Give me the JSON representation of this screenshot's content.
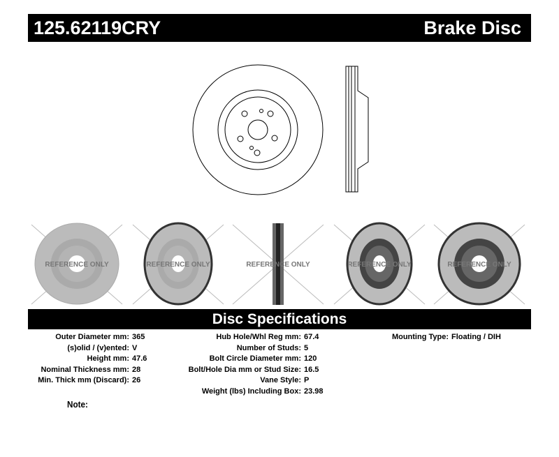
{
  "header": {
    "part_number": "125.62119CRY",
    "product_type": "Brake Disc"
  },
  "watermark": "REFERENCE ONLY",
  "spec_title": "Disc Specifications",
  "specs_col1": [
    {
      "label": "Outer Diameter mm:",
      "value": "365"
    },
    {
      "label": "(s)olid / (v)ented:",
      "value": "V"
    },
    {
      "label": "Height mm:",
      "value": "47.6"
    },
    {
      "label": "Nominal Thickness mm:",
      "value": "28"
    },
    {
      "label": "Min. Thick mm (Discard):",
      "value": "26"
    }
  ],
  "specs_col2": [
    {
      "label": "Hub Hole/Whl Reg mm:",
      "value": "67.4"
    },
    {
      "label": "Number of Studs:",
      "value": "5"
    },
    {
      "label": "Bolt Circle Diameter mm:",
      "value": "120"
    },
    {
      "label": "Bolt/Hole Dia mm or Stud Size:",
      "value": "16.5"
    },
    {
      "label": "Vane Style:",
      "value": "P"
    },
    {
      "label": "Weight (lbs) Including Box:",
      "value": "23.98"
    }
  ],
  "specs_col3": [
    {
      "label": "Mounting Type:",
      "value": "Floating / DIH"
    }
  ],
  "note_label": "Note:"
}
